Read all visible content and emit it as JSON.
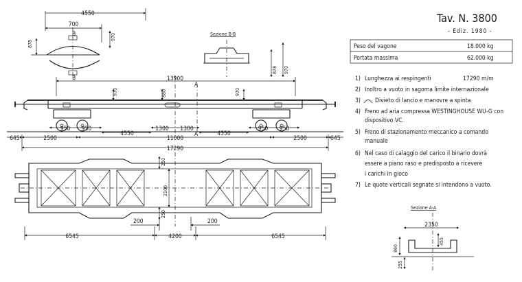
{
  "header": {
    "table_no": "Tav. N. 3800",
    "edition": "- Ediz. 1980 -"
  },
  "weights": [
    {
      "label": "Peso del vagone",
      "value": "18.000 kg"
    },
    {
      "label": "Portata massima",
      "value": "62.000 kg"
    }
  ],
  "notes": [
    {
      "num": "1)",
      "text": "Lunghezza ai respingenti",
      "value": "17290 m/m"
    },
    {
      "num": "2)",
      "text": "Inoltro a vuoto in sagoma limite internazionale"
    },
    {
      "num": "3)",
      "text": "Divieto di lancio e manovre a spinta"
    },
    {
      "num": "4)",
      "text": "Freno ad aria compressa WESTINGHOUSE WU-G con",
      "text2": "dispositivo VC."
    },
    {
      "num": "5)",
      "text": "Freno di stazionamento meccanico a comando",
      "text2": "manuale"
    },
    {
      "num": "6)",
      "text": "Nel caso di calaggio del carico il binario dovrà",
      "text2": "essere a piano raso e predisposto a ricevere",
      "text3": "i carichi in gioco"
    },
    {
      "num": "7)",
      "text": "Le quote verticali segnate si intendono a vuoto."
    }
  ],
  "section_labels": {
    "bb": "Sezione B-B",
    "aa": "Sezione A-A",
    "b": "B",
    "a": "A"
  },
  "dimensions": {
    "d4550_top": "4550",
    "d700": "700",
    "d970_top": "970",
    "d878_left": "878",
    "d878_bb": "878",
    "d970_bb": "970",
    "d13900": "13900",
    "d970_side_l": "970",
    "d880": "880",
    "d970_side_r": "970",
    "d950_a": "950",
    "d950_b": "950",
    "d1300_a": "1300",
    "d1300_b": "1300",
    "d950_c": "950",
    "d950_d": "950",
    "d4550_l": "4550",
    "d4550_r": "4550",
    "d645_l": "645",
    "d2500_l": "2500",
    "d11000": "11000",
    "d2500_r": "2500",
    "d645_r": "645",
    "d17290": "17290",
    "d250_top": "250",
    "d2100": "2100",
    "d250_bot": "250",
    "d200_l": "200",
    "d200_r": "200",
    "d6545_l": "6545",
    "d4200": "4200",
    "d6545_r": "6545",
    "d2350": "2350",
    "d455": "455",
    "d860": "860",
    "d255": "255"
  }
}
